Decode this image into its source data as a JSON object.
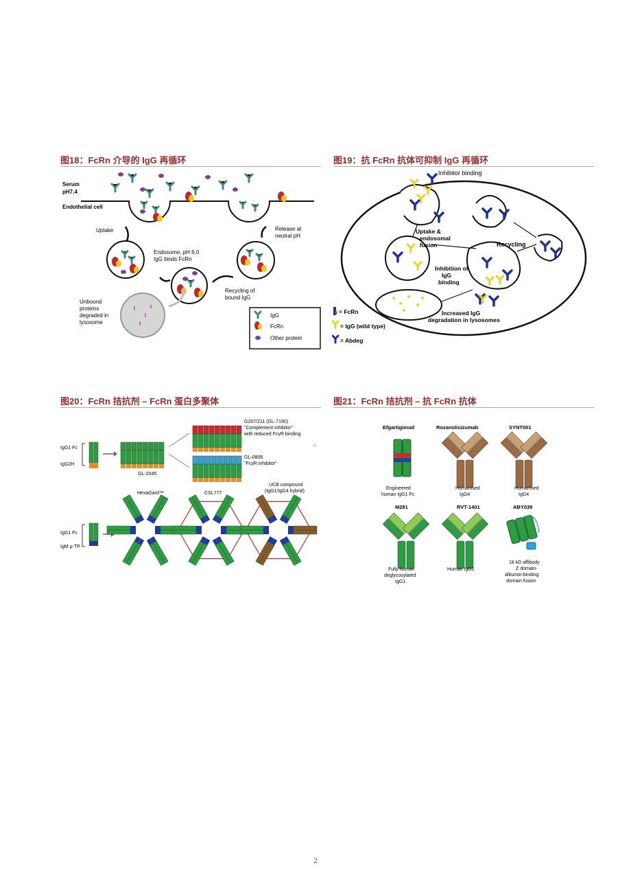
{
  "page_number": "2",
  "fig18": {
    "caption": "图18：FcRn 介导的 IgG 再循环",
    "serum": "Serum",
    "ph74": "pH7.4",
    "endo_cell": "Endothelial cell",
    "uptake": "Uptake",
    "release1": "Release at",
    "release2": "neutral pH",
    "endosome1": "Endosome, pH 6.0",
    "endosome2": "IgG binds FcRn",
    "recycling1": "Recycling of",
    "recycling2": "bound IgG",
    "unbound1": "Unbound",
    "unbound2": "proteins",
    "unbound3": "degraded in",
    "unbound4": "lysosome",
    "legend_igg": "IgG",
    "legend_fcrn": "FcRn",
    "legend_other": "Other protein"
  },
  "fig19": {
    "caption": "图19：抗 FcRn 抗体可抑制 IgG 再循环",
    "inhibitor_binding": "Inhibitor binding",
    "uptake1": "Uptake &",
    "uptake2": "endosomal",
    "uptake3": "fusion",
    "recycling": "Recycling",
    "inhibition1": "Inhibition of",
    "inhibition2": "IgG",
    "inhibition3": "binding",
    "increased1": "Increased IgG",
    "increased2": "degradation in lysosomes",
    "legend_fcrn": "= FcRn",
    "legend_igg": "= IgG (wild type)",
    "legend_abdeg": "= Abdeg"
  },
  "fig20": {
    "caption": "图20：FcRn 拮抗剂 – FcRn 蛋白多聚体",
    "igg1fc": "IgG1 Fc",
    "igg2h": "IgG2H",
    "gl2045": "GL-2045",
    "g207_1": "G207/211 (GL-7190)",
    "g207_2": "\"Complement inhibitor\"",
    "g207_3": "with reduced FcγR binding",
    "gl0806_1": "GL-0806",
    "gl0806_2": "\"FcγR inhibitor\"",
    "igg1fc_b": "IgG1 Fc",
    "igm": "IgM μ-TP",
    "hexagard": "HexaGard™",
    "csl777": "CSL777",
    "ucb1": "UCB compound",
    "ucb2": "(IgG1/IgG4 hybrid)"
  },
  "fig21": {
    "caption": "图21：FcRn 拮抗剂 – 抗 FcRn 抗体",
    "efgartigimod": "Efgartigimod",
    "rozanolixizumab": "Rozanolixizumab",
    "synt001": "SYNT001",
    "eng1": "Engineered",
    "eng2": "human IgG1 Fc",
    "hum1": "Humanised",
    "hum2": "IgG4",
    "hum1b": "Humanised",
    "hum2b": "IgG4",
    "m281": "M281",
    "rvt1401": "RVT-1401",
    "aby039": "ABY039",
    "fully1": "Fully human",
    "fully2": "deglycosylated",
    "fully3": "IgG1",
    "humigg1": "Human IgG1",
    "aff1": "18 kD affibody",
    "aff2": "Z domain-",
    "aff3": "albumin-binding",
    "aff4": "domain fusion"
  }
}
